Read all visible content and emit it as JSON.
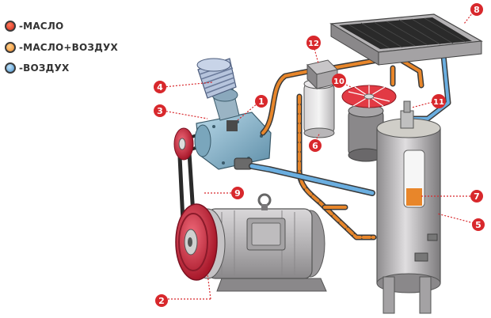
{
  "legend": {
    "items": [
      {
        "label": "-МАСЛО",
        "color": "#e23a2c"
      },
      {
        "label": "-МАСЛО+ВОЗДУХ",
        "color": "#f59a3a"
      },
      {
        "label": "-ВОЗДУХ",
        "color": "#5aa6dc"
      }
    ]
  },
  "callouts": [
    "1",
    "2",
    "3",
    "4",
    "5",
    "6",
    "7",
    "8",
    "9",
    "10",
    "11",
    "12"
  ],
  "colors": {
    "callout_fill": "#d8282c",
    "oil_line": "#e8862a",
    "air_line": "#6aaee0",
    "machine_gray": "#b8b6b8",
    "pulley_red": "#c8283a"
  }
}
